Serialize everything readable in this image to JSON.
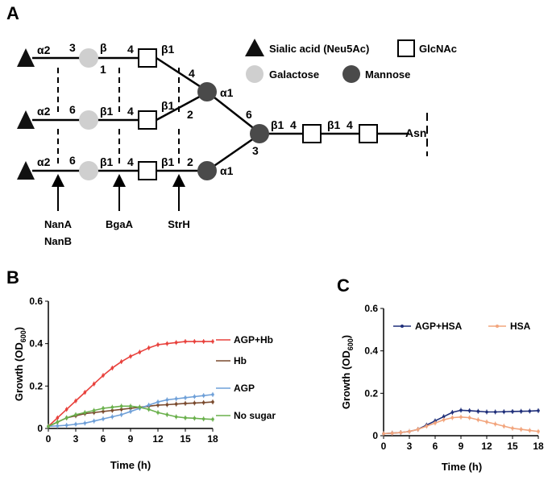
{
  "panels": {
    "a": "A",
    "b": "B",
    "c": "C"
  },
  "glycan": {
    "legend": {
      "sialic": "Sialic acid (Neu5Ac)",
      "glcnac": "GlcNAc",
      "galactose": "Galactose",
      "mannose": "Mannose"
    },
    "enzymes": [
      "NanA",
      "NanB",
      "BgaA",
      "StrH"
    ],
    "asn": "Asn",
    "linkages": {
      "row1": [
        "α2",
        "3",
        "β",
        "1",
        "4",
        "β1",
        "4"
      ],
      "row2": [
        "α2",
        "6",
        "β1",
        "4",
        "β1",
        "2"
      ],
      "row3": [
        "α2",
        "6",
        "β1",
        "4",
        "β1",
        "2"
      ],
      "man_upper": "α1",
      "man_lower": "α1",
      "core_6": "6",
      "core_3": "3",
      "core_b1": "β1",
      "core_4a": "4",
      "core_b1b": "β1",
      "core_4b": "4"
    },
    "colors": {
      "sialic": "#111111",
      "galactose": "#cfcfcf",
      "mannose": "#4a4a4a",
      "glcnac": "#ffffff"
    }
  },
  "chart_data": [
    {
      "type": "line",
      "panel": "B",
      "xlabel": "Time (h)",
      "ylabel": "Growth (OD600)",
      "xlim": [
        0,
        18
      ],
      "ylim": [
        0,
        0.6
      ],
      "xticks": [
        0,
        3,
        6,
        9,
        12,
        15,
        18
      ],
      "yticks": [
        0,
        0.2,
        0.4,
        0.6
      ],
      "x": [
        0,
        1,
        2,
        3,
        4,
        5,
        6,
        7,
        8,
        9,
        10,
        11,
        12,
        13,
        14,
        15,
        16,
        17,
        18
      ],
      "series": [
        {
          "name": "AGP+Hb",
          "color": "#e8413c",
          "values": [
            0.01,
            0.05,
            0.09,
            0.13,
            0.17,
            0.21,
            0.25,
            0.285,
            0.315,
            0.34,
            0.36,
            0.38,
            0.395,
            0.4,
            0.405,
            0.41,
            0.41,
            0.41,
            0.41
          ]
        },
        {
          "name": "Hb",
          "color": "#7a4a2e",
          "values": [
            0.01,
            0.03,
            0.05,
            0.06,
            0.07,
            0.075,
            0.08,
            0.085,
            0.09,
            0.095,
            0.1,
            0.105,
            0.11,
            0.112,
            0.115,
            0.118,
            0.12,
            0.122,
            0.125
          ]
        },
        {
          "name": "AGP",
          "color": "#6fa0d8",
          "values": [
            0.01,
            0.012,
            0.015,
            0.02,
            0.025,
            0.035,
            0.045,
            0.055,
            0.065,
            0.08,
            0.095,
            0.11,
            0.125,
            0.135,
            0.14,
            0.145,
            0.15,
            0.155,
            0.16
          ]
        },
        {
          "name": "No sugar",
          "color": "#6ab04c",
          "values": [
            0.01,
            0.03,
            0.05,
            0.065,
            0.075,
            0.085,
            0.095,
            0.1,
            0.105,
            0.105,
            0.1,
            0.09,
            0.075,
            0.065,
            0.055,
            0.05,
            0.048,
            0.045,
            0.043
          ]
        }
      ]
    },
    {
      "type": "line",
      "panel": "C",
      "xlabel": "Time (h)",
      "ylabel": "Growth (OD600)",
      "xlim": [
        0,
        18
      ],
      "ylim": [
        0,
        0.6
      ],
      "xticks": [
        0,
        3,
        6,
        9,
        12,
        15,
        18
      ],
      "yticks": [
        0,
        0.2,
        0.4,
        0.6
      ],
      "legend_position": "top-left",
      "x": [
        0,
        1,
        2,
        3,
        4,
        5,
        6,
        7,
        8,
        9,
        10,
        11,
        12,
        13,
        14,
        15,
        16,
        17,
        18
      ],
      "series": [
        {
          "name": "AGP+HSA",
          "color": "#1f2f7a",
          "values": [
            0.01,
            0.012,
            0.015,
            0.02,
            0.03,
            0.05,
            0.07,
            0.09,
            0.11,
            0.12,
            0.118,
            0.115,
            0.112,
            0.112,
            0.113,
            0.114,
            0.115,
            0.116,
            0.118
          ]
        },
        {
          "name": "HSA",
          "color": "#f2a57d",
          "values": [
            0.01,
            0.012,
            0.015,
            0.02,
            0.03,
            0.045,
            0.06,
            0.075,
            0.085,
            0.088,
            0.085,
            0.075,
            0.065,
            0.055,
            0.045,
            0.035,
            0.03,
            0.025,
            0.02
          ]
        }
      ]
    }
  ]
}
